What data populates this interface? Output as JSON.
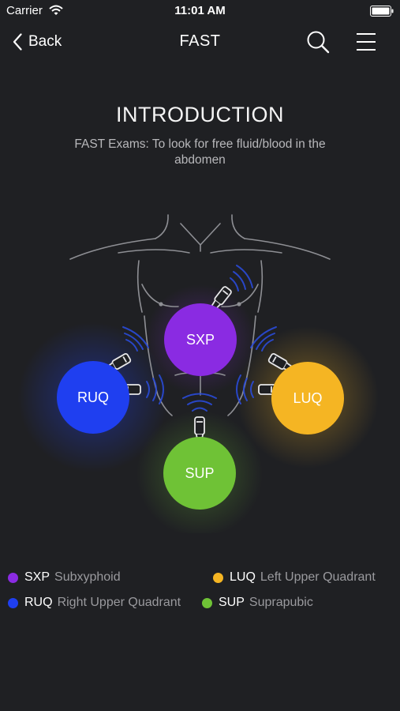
{
  "status_bar": {
    "carrier": "Carrier",
    "time": "11:01 AM"
  },
  "nav": {
    "back_label": "Back",
    "title": "FAST"
  },
  "content": {
    "title": "INTRODUCTION",
    "subtitle": "FAST Exams: To look for free fluid/blood in the abdomen"
  },
  "zones": [
    {
      "id": "sxp",
      "label": "SXP",
      "color": "#8a2be2"
    },
    {
      "id": "ruq",
      "label": "RUQ",
      "color": "#1f3ff0"
    },
    {
      "id": "luq",
      "label": "LUQ",
      "color": "#f5b523"
    },
    {
      "id": "sup",
      "label": "SUP",
      "color": "#6fc236"
    }
  ],
  "legend": [
    {
      "code": "SXP",
      "description": "Subxyphoid",
      "color": "#8a2be2"
    },
    {
      "code": "LUQ",
      "description": "Left Upper Quadrant",
      "color": "#f5b523"
    },
    {
      "code": "RUQ",
      "description": "Right Upper Quadrant",
      "color": "#1f3ff0"
    },
    {
      "code": "SUP",
      "description": "Suprapubic",
      "color": "#6fc236"
    }
  ],
  "colors": {
    "background": "#1f2023",
    "wave": "#2a4bd8",
    "outline": "#8e8f94"
  }
}
